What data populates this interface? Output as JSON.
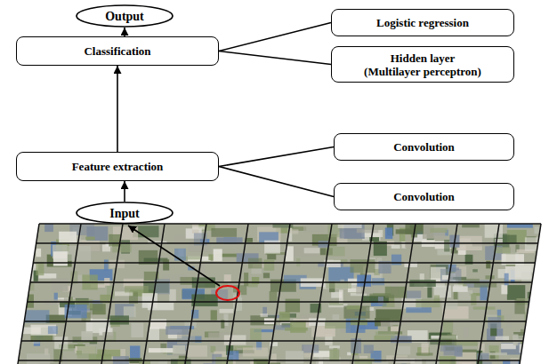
{
  "diagram": {
    "nodes": [
      {
        "text": [
          "Output"
        ]
      },
      {
        "text": [
          "Classification"
        ]
      },
      {
        "text": [
          "Logistic regression"
        ]
      },
      {
        "text": [
          "Hidden layer (Multilayer perceptron)"
        ]
      },
      {
        "text": [
          "Feature extraction"
        ]
      },
      {
        "text": [
          "Convolution"
        ]
      },
      {
        "text": [
          "Convolution"
        ]
      },
      {
        "text": [
          "Input"
        ]
      }
    ],
    "edges": [
      {
        "from": 7,
        "to": 4,
        "arrow": "to"
      },
      {
        "from": 4,
        "to": 1,
        "arrow": "to"
      },
      {
        "from": 1,
        "to": 0,
        "arrow": "to"
      },
      {
        "from": 1,
        "to": 2,
        "arrow": "none"
      },
      {
        "from": 1,
        "to": 3,
        "arrow": "none"
      },
      {
        "from": 4,
        "to": 5,
        "arrow": "none"
      },
      {
        "from": 4,
        "to": 6,
        "arrow": "none"
      }
    ]
  }
}
